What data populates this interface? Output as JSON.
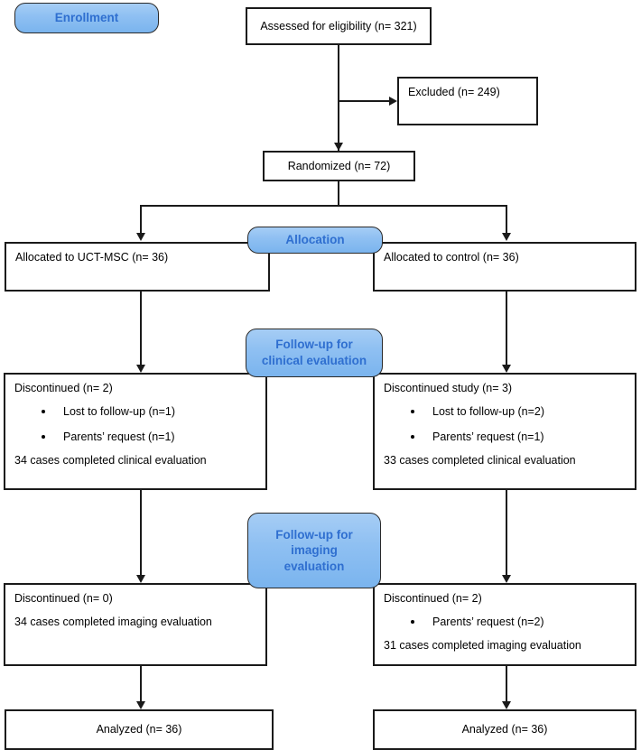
{
  "diagram": {
    "type": "consort-flow-diagram",
    "title": "CONSORT participant flow diagram",
    "accent_color": "#8fc0f2",
    "badge_text_color": "#2f6fd0",
    "line_color": "#1a1a1a",
    "background": "#ffffff"
  },
  "stages": {
    "enrollment": "Enrollment",
    "allocation": "Allocation",
    "followup_clinical_line1": "Follow-up for",
    "followup_clinical_line2": "clinical evaluation",
    "followup_imaging_line1": "Follow-up for",
    "followup_imaging_line2": "imaging",
    "followup_imaging_line3": "evaluation"
  },
  "enrollment": {
    "assessed": "Assessed for eligibility (n= 321)",
    "excluded": "Excluded (n= 249)",
    "randomized": "Randomized (n= 72)"
  },
  "allocation": {
    "left": "Allocated to UCT-MSC (n= 36)",
    "right": "Allocated to control (n= 36)"
  },
  "followup_clinical": {
    "left": {
      "heading": "Discontinued (n= 2)",
      "bullets": [
        "Lost to follow-up (n=1)",
        "Parents’ request (n=1)"
      ],
      "footer": "34 cases completed clinical evaluation"
    },
    "right": {
      "heading": "Discontinued study (n= 3)",
      "bullets": [
        "Lost to follow-up (n=2)",
        "Parents’ request (n=1)"
      ],
      "footer": "33 cases completed clinical evaluation"
    }
  },
  "followup_imaging": {
    "left": {
      "heading": "Discontinued (n= 0)",
      "bullets": [],
      "footer": "34 cases completed imaging evaluation"
    },
    "right": {
      "heading": "Discontinued (n= 2)",
      "bullets": [
        "Parents’ request (n=2)"
      ],
      "footer": "31 cases completed imaging evaluation"
    }
  },
  "analysis": {
    "left": "Analyzed (n= 36)",
    "right": "Analyzed (n= 36)"
  }
}
